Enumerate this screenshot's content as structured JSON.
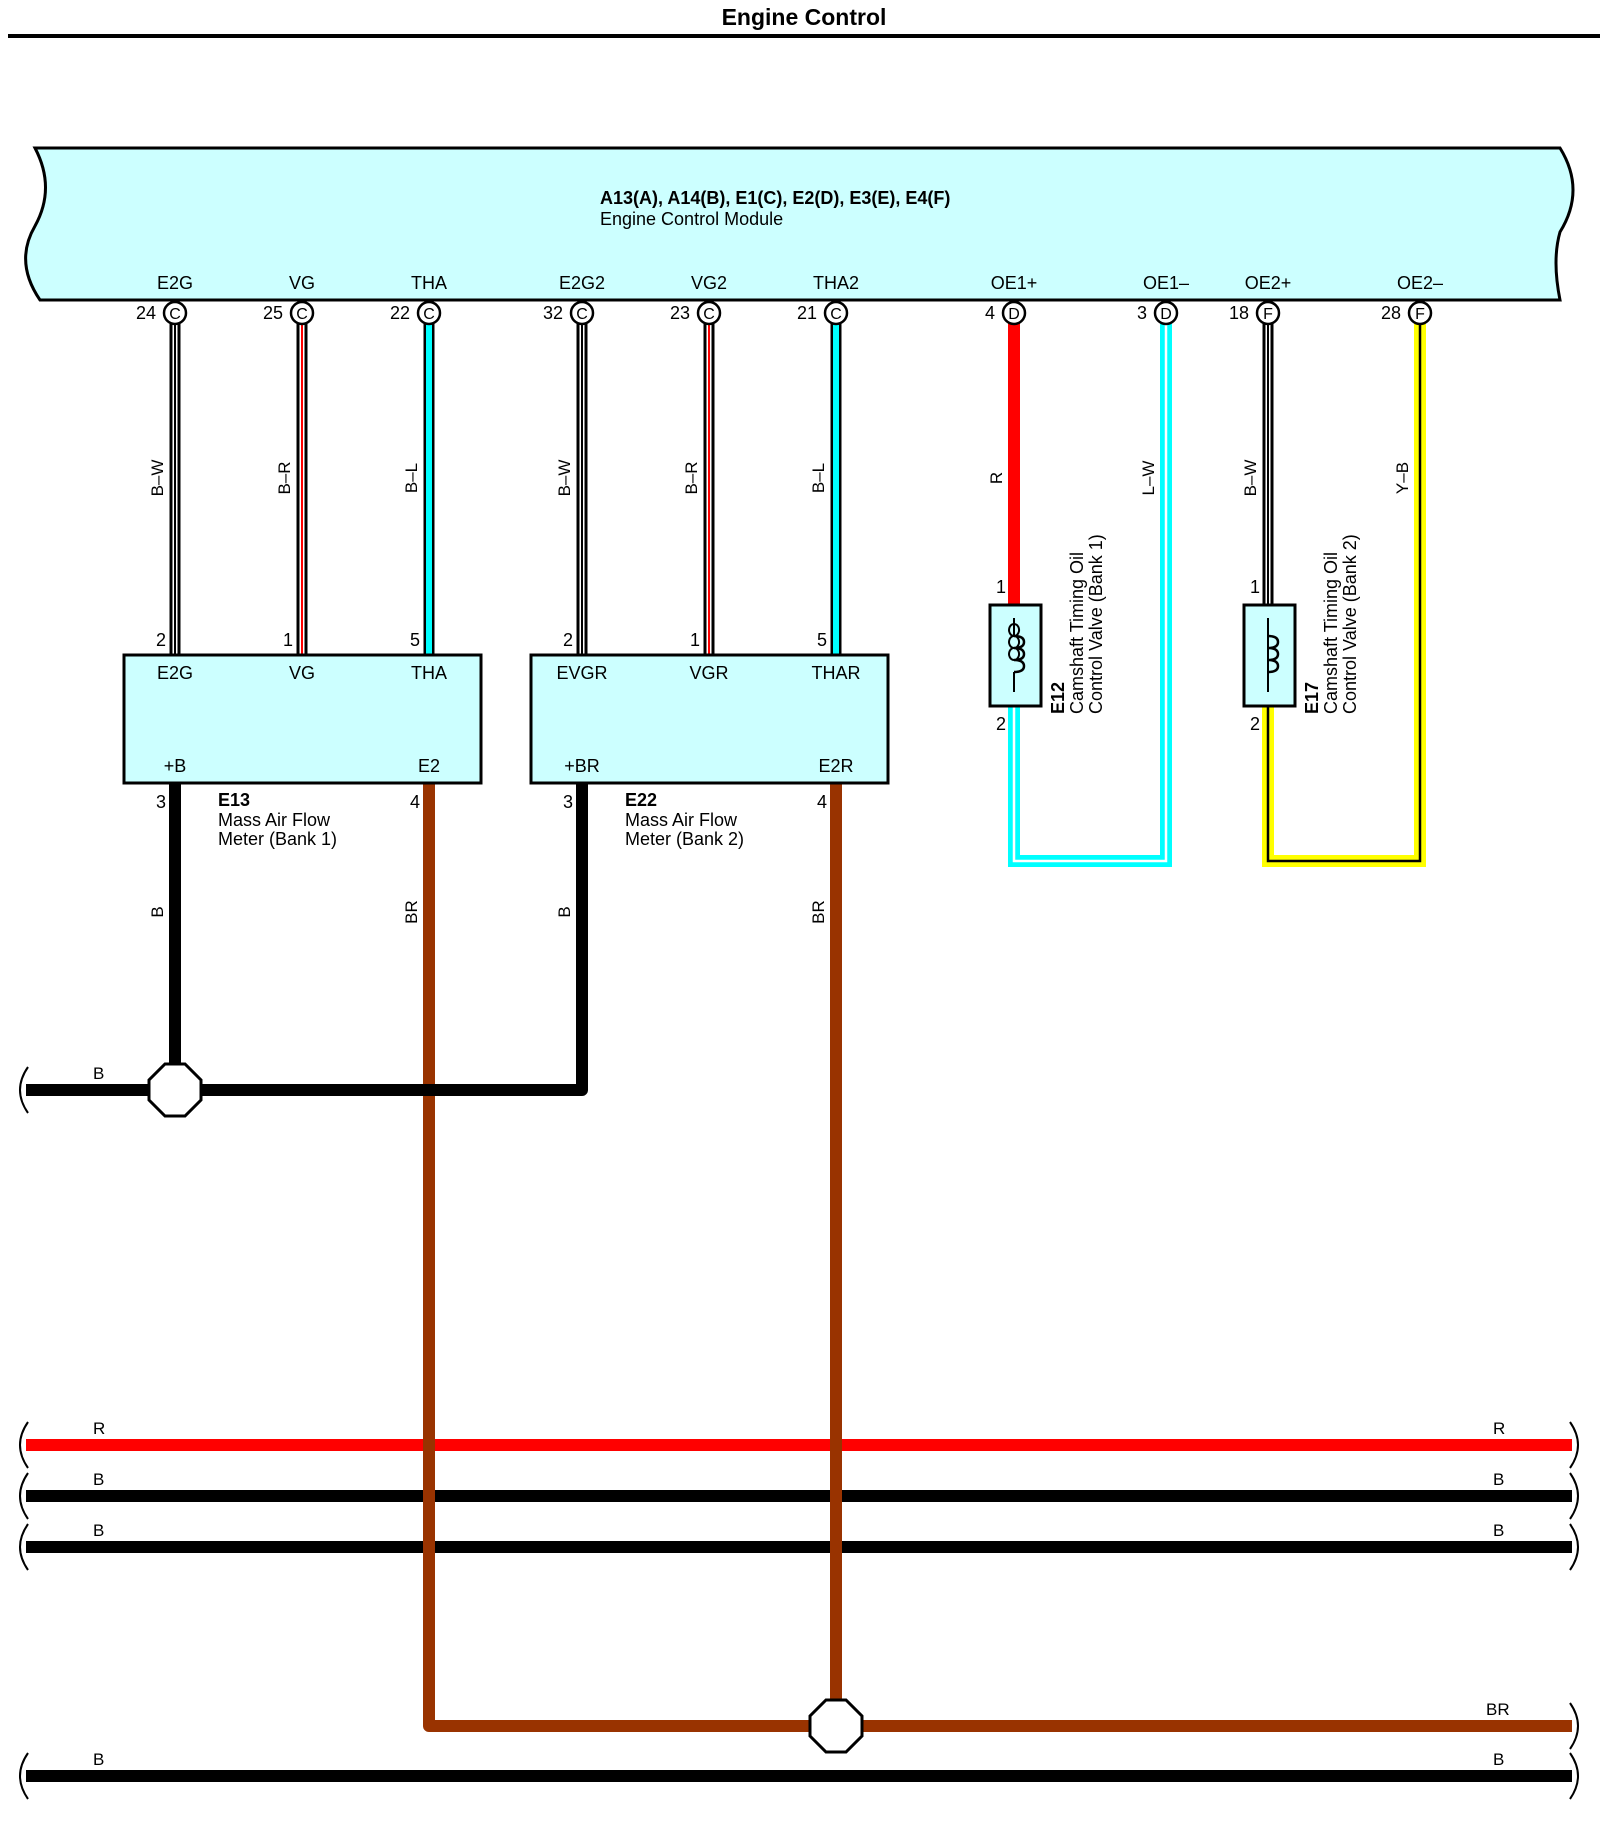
{
  "header": {
    "title": "Engine Control"
  },
  "ecm": {
    "connectors": "A13(A), A14(B), E1(C), E2(D), E3(E), E4(F)",
    "name": "Engine Control Module",
    "terminals": [
      {
        "name": "E2G",
        "pin": "24",
        "connector": "C"
      },
      {
        "name": "VG",
        "pin": "25",
        "connector": "C"
      },
      {
        "name": "THA",
        "pin": "22",
        "connector": "C"
      },
      {
        "name": "E2G2",
        "pin": "32",
        "connector": "C"
      },
      {
        "name": "VG2",
        "pin": "23",
        "connector": "C"
      },
      {
        "name": "THA2",
        "pin": "21",
        "connector": "C"
      },
      {
        "name": "OE1+",
        "pin": "4",
        "connector": "D"
      },
      {
        "name": "OE1–",
        "pin": "3",
        "connector": "D"
      },
      {
        "name": "OE2+",
        "pin": "18",
        "connector": "F"
      },
      {
        "name": "OE2–",
        "pin": "28",
        "connector": "F"
      }
    ]
  },
  "wire_labels": {
    "w1": "B–W",
    "w2": "B–R",
    "w3": "B–L",
    "w4": "B–W",
    "w5": "B–R",
    "w6": "B–L",
    "w7": "R",
    "w8": "L–W",
    "w9": "B–W",
    "w10": "Y–B"
  },
  "maf1": {
    "code": "E13",
    "desc1": "Mass Air Flow",
    "desc2": "Meter (Bank 1)",
    "top_labels": [
      "E2G",
      "VG",
      "THA"
    ],
    "top_pins": [
      "2",
      "1",
      "5"
    ],
    "bottom_labels": [
      "+B",
      "E2"
    ],
    "bottom_pins": [
      "3",
      "4"
    ],
    "down_wires": [
      "B",
      "BR"
    ]
  },
  "maf2": {
    "code": "E22",
    "desc1": "Mass Air Flow",
    "desc2": "Meter (Bank 2)",
    "top_labels": [
      "EVGR",
      "VGR",
      "THAR"
    ],
    "top_pins": [
      "2",
      "1",
      "5"
    ],
    "bottom_labels": [
      "+BR",
      "E2R"
    ],
    "bottom_pins": [
      "3",
      "4"
    ],
    "down_wires": [
      "B",
      "BR"
    ]
  },
  "ocv1": {
    "code": "E12",
    "desc1": "Camshaft Timing Oil",
    "desc2": "Control Valve (Bank 1)",
    "pin_top": "1",
    "pin_bottom": "2"
  },
  "ocv2": {
    "code": "E17",
    "desc1": "Camshaft Timing Oil",
    "desc2": "Control Valve (Bank 2)",
    "pin_top": "1",
    "pin_bottom": "2"
  },
  "ground_splice": {
    "left_label": "B"
  },
  "bus": {
    "red": {
      "left": "R",
      "right": "R"
    },
    "black1": {
      "left": "B",
      "right": "B"
    },
    "black2": {
      "left": "B",
      "right": "B"
    },
    "brown": {
      "right": "BR"
    },
    "black3": {
      "left": "B",
      "right": "B"
    }
  },
  "colors": {
    "ecm_fill": "#ccffff",
    "wire_red": "#ff0000",
    "wire_black": "#000000",
    "wire_cyan": "#00ffff",
    "wire_yellow": "#ffff00",
    "wire_brown": "#993300"
  }
}
